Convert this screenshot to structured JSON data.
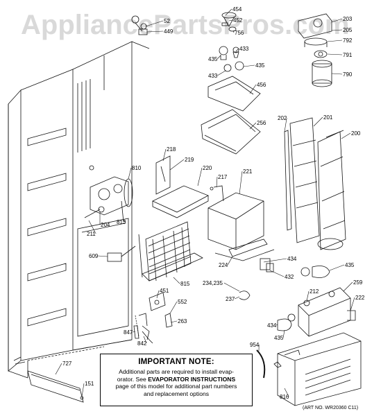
{
  "watermark": "AppliancePartsPros.com",
  "important_note": {
    "title": "IMPORTANT NOTE:",
    "line1": "Additional parts are required to install evap-",
    "line2_pre": "orator.  See ",
    "line2_bold": "EVAPORATOR INSTRUCTIONS",
    "line3": "page of this model for additional part numbers",
    "line4": "and replacement options"
  },
  "art_number": "(ART NO. WR20360 C11)",
  "callouts": [
    "454",
    "452",
    "756",
    "449",
    "52",
    "203",
    "205",
    "792",
    "791",
    "790",
    "433",
    "435",
    "433",
    "435",
    "456",
    "256",
    "202",
    "201",
    "200",
    "218",
    "219",
    "220",
    "217",
    "221",
    "810",
    "204",
    "211",
    "813",
    "609",
    "815",
    "224",
    "434",
    "435",
    "432",
    "234,235",
    "237",
    "212",
    "259",
    "222",
    "451",
    "552",
    "263",
    "847",
    "842",
    "434",
    "435",
    "954",
    "727",
    "151",
    "816"
  ]
}
